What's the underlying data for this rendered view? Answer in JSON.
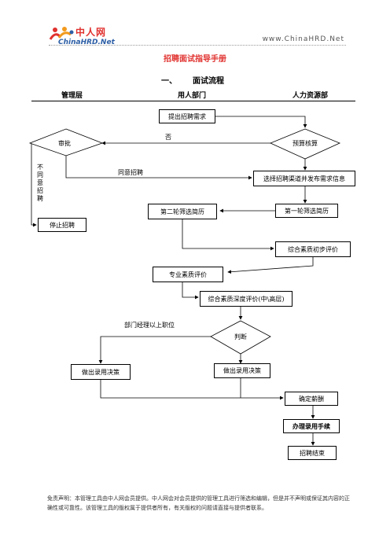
{
  "header": {
    "logo_cn": "中人网",
    "logo_en": "ChinaHRD.Net",
    "site_url": "www.ChinaHRD.Net"
  },
  "doc_title": "招聘面试指导手册",
  "section": {
    "number": "一、",
    "title": "面试流程"
  },
  "columns": [
    "管理层",
    "用人部门",
    "人力资源部"
  ],
  "nodes": {
    "submit_request": "提出招聘需求",
    "approve": "审批",
    "budget_check": "预算核算",
    "select_channel": "选择招聘渠道并发布需求信息",
    "first_screen": "第一轮筛选简历",
    "second_screen": "第二轮筛选简历",
    "stop": "停止招聘",
    "initial_eval": "综合素质初步评价",
    "professional_eval": "专业素质评价",
    "deep_eval": "综合素质深度评价(中\\高层)",
    "judge": "判断",
    "decision_mgmt": "做出录用决策",
    "decision_dept": "做出录用决策",
    "salary": "确定薪酬",
    "onboarding": "办理录用手续",
    "end": "招聘结束"
  },
  "edge_labels": {
    "no": "否",
    "agree": "同意招聘",
    "disagree": "不同意招聘",
    "manager_above": "部门经理以上职位"
  },
  "footer": "免责声明：本管理工具由中人网会员提供。中人网会对会员提供的管理工具进行筛选和编辑，但是并不声明或保证其内容的正确性或可靠性。该管理工具的版权属于提供者所有，有关版权的问题请直接与提供者联系。"
}
